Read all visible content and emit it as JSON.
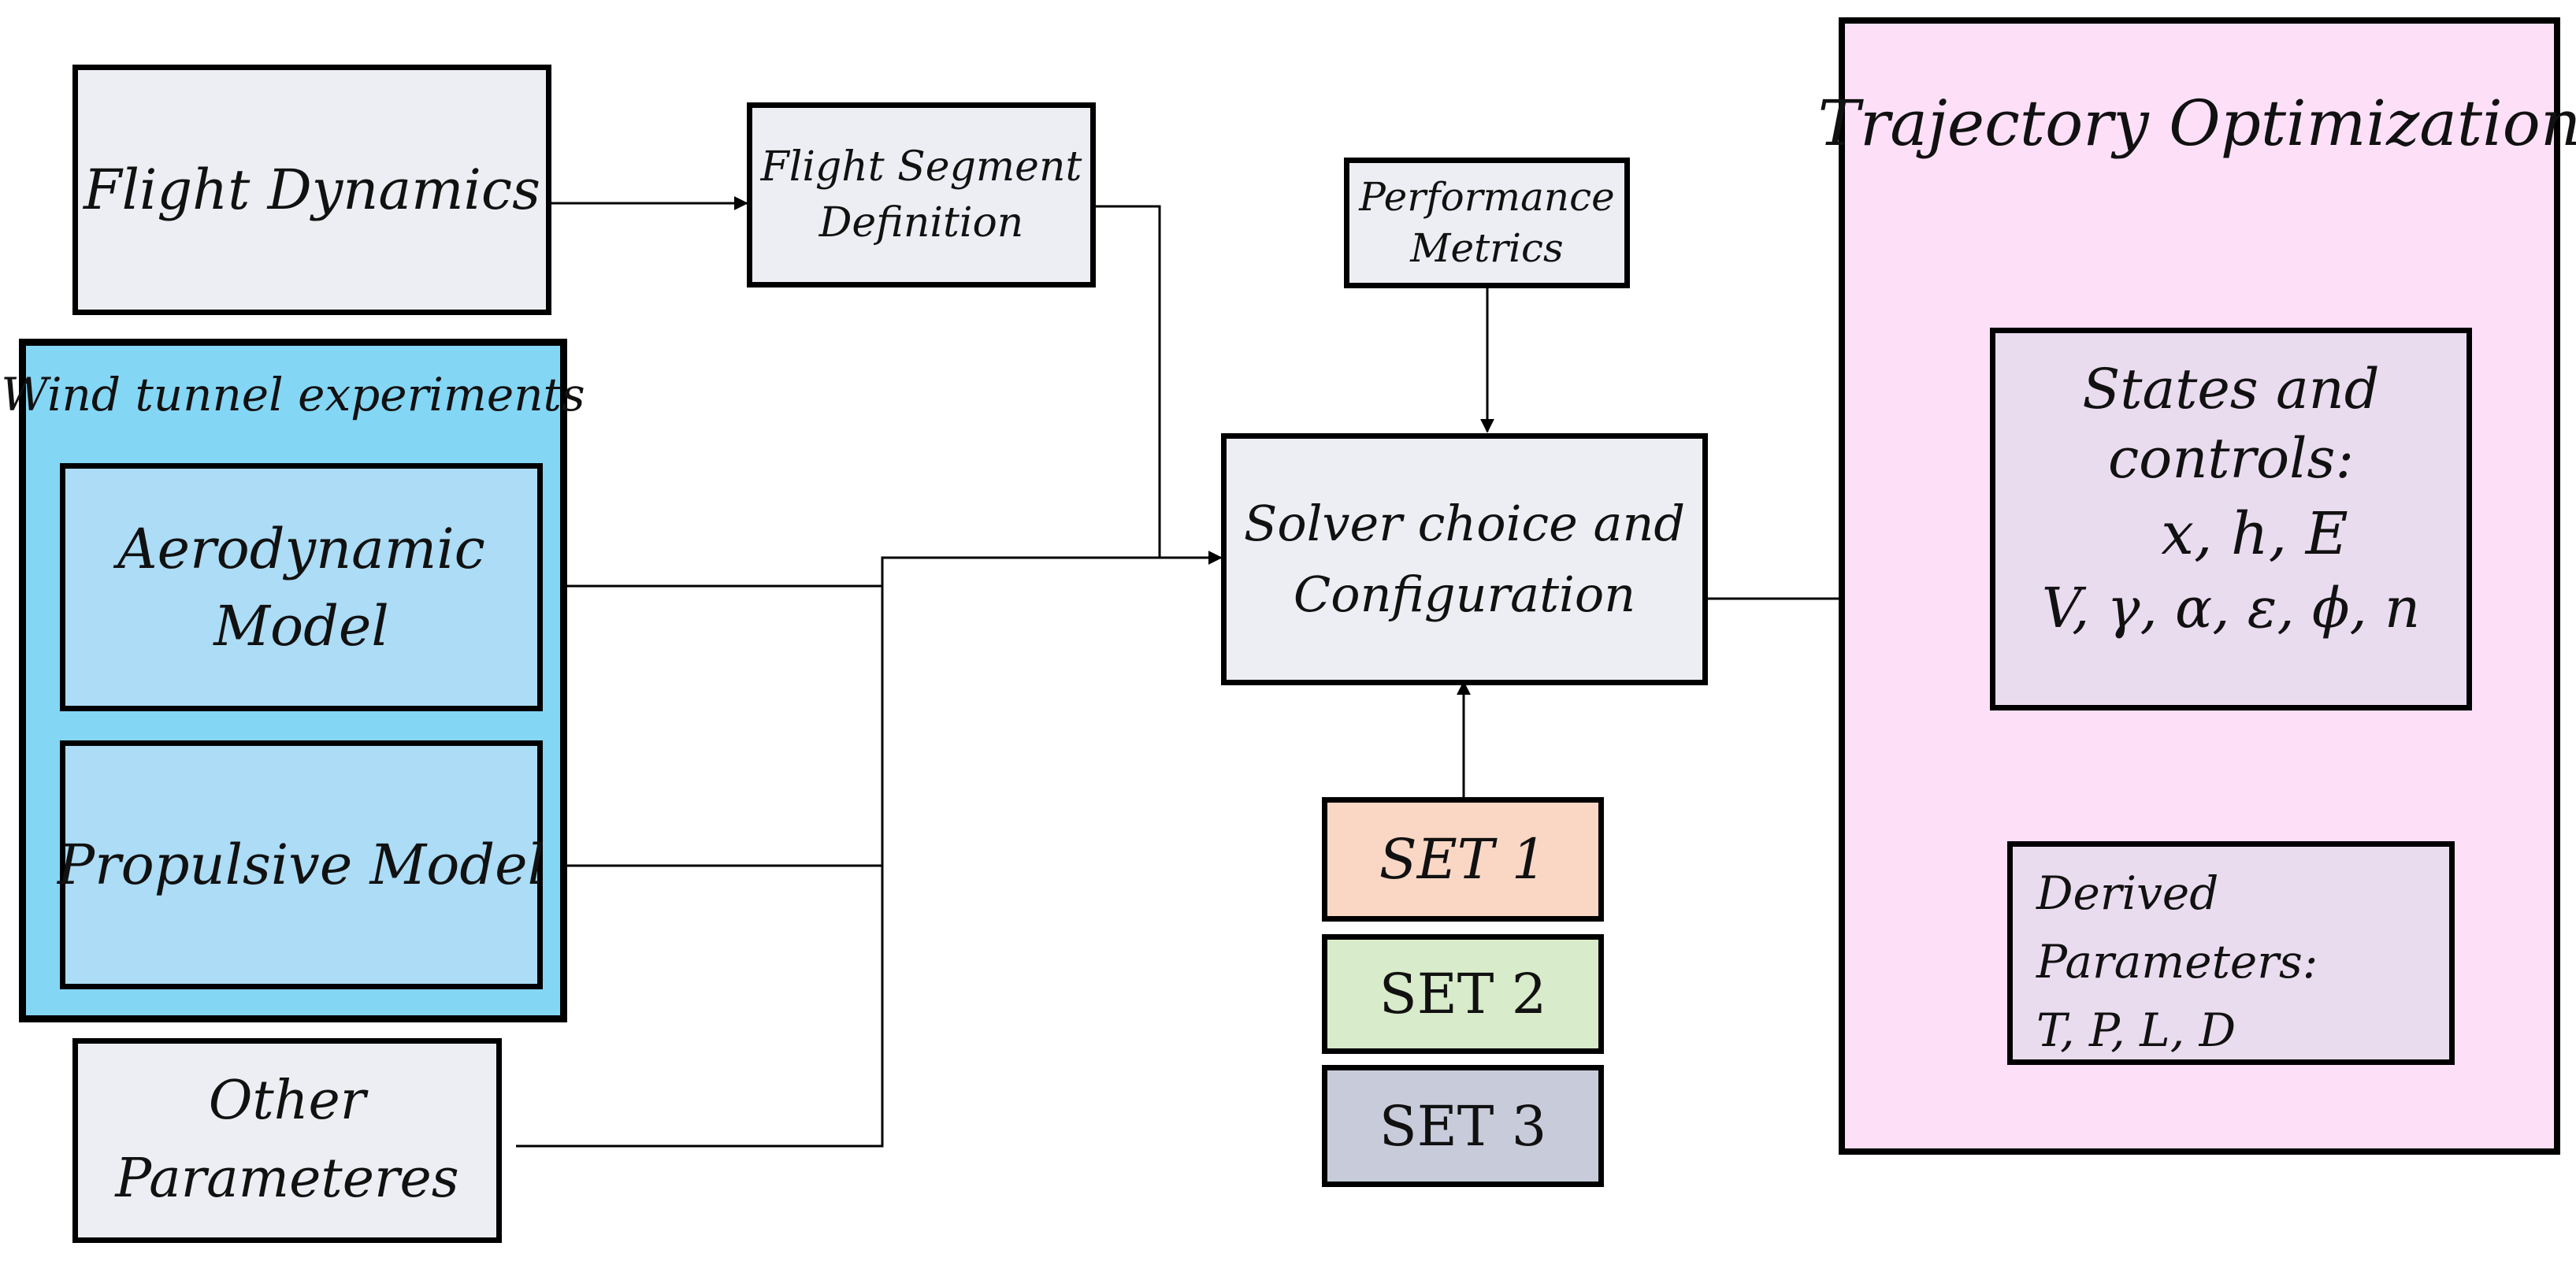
{
  "diagram": {
    "flight_dynamics": "Flight Dynamics",
    "flight_segment": [
      "Flight Segment",
      "Definition"
    ],
    "wind_tunnel": "Wind tunnel experiments",
    "aerodynamic_model": [
      "Aerodynamic",
      "Model"
    ],
    "propulsive_model": "Propulsive Model",
    "other_parameters": [
      "Other",
      "Parameteres"
    ],
    "performance_metrics": [
      "Performance",
      "Metrics"
    ],
    "solver": [
      "Solver choice and",
      "Configuration"
    ],
    "set1": "SET 1",
    "set2": "SET 2",
    "set3": "SET 3",
    "trajectory_optimization": "Trajectory Optimization",
    "states_controls_title": [
      "States and",
      "controls:"
    ],
    "states_line1": "x, h, E",
    "states_line2": "V, γ, α, ε, ϕ, n",
    "derived_title": [
      "Derived",
      "Parameters:"
    ],
    "derived_values": "T, P, L, D"
  },
  "colors": {
    "wind_tunnel_bg": "#84d6f5",
    "model_bg": "#acdcf6",
    "trajectory_bg": "#fde0f8",
    "states_bg": "#eadcef",
    "set1_bg": "#fad7c5",
    "set2_bg": "#d8ebca",
    "set3_bg": "#c8ccda",
    "box_bg": "#eceef3"
  }
}
